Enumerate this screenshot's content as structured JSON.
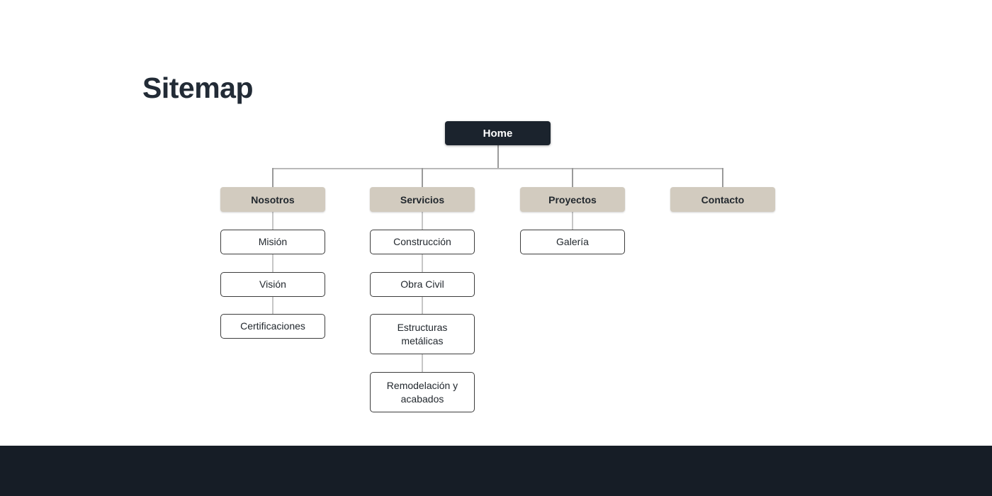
{
  "title": "Sitemap",
  "colors": {
    "home_node_bg": "#1b232d",
    "home_node_text": "#ffffff",
    "section_node_bg": "#d2cbbf",
    "leaf_node_border": "#3d3d3d",
    "connector_line": "#b9b9b9",
    "footer_bg": "#161d26",
    "page_bg": "#ffffff",
    "title_text": "#222b36"
  },
  "sitemap": {
    "root": {
      "label": "Home"
    },
    "branches": [
      {
        "label": "Nosotros",
        "children": [
          {
            "label": "Misión"
          },
          {
            "label": "Visión"
          },
          {
            "label": "Certificaciones"
          }
        ]
      },
      {
        "label": "Servicios",
        "children": [
          {
            "label": "Construcción"
          },
          {
            "label": "Obra Civil"
          },
          {
            "label": "Estructuras metálicas"
          },
          {
            "label": "Remodelación y acabados"
          }
        ]
      },
      {
        "label": "Proyectos",
        "children": [
          {
            "label": "Galería"
          }
        ]
      },
      {
        "label": "Contacto",
        "children": []
      }
    ]
  }
}
